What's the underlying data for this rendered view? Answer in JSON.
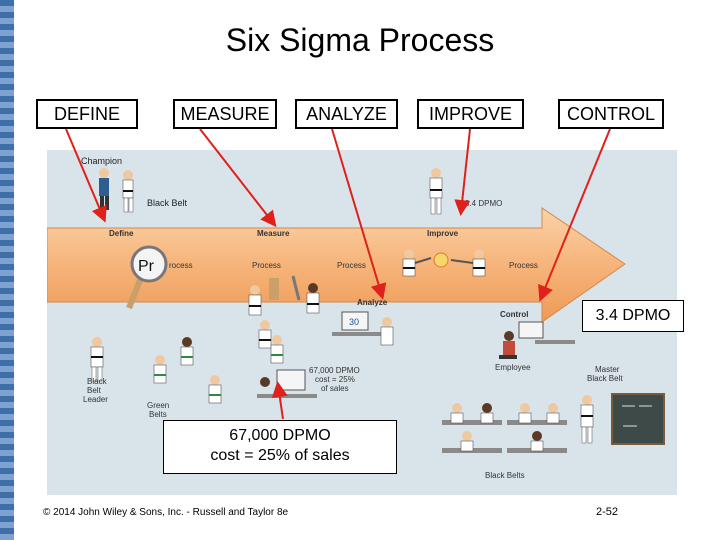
{
  "title": "Six Sigma Process",
  "steps": [
    "DEFINE",
    "MEASURE",
    "ANALYZE",
    "IMPROVE",
    "CONTROL"
  ],
  "figure_labels": {
    "champion": "Champion",
    "black_belt": "Black Belt",
    "define": "Define",
    "measure": "Measure",
    "improve": "Improve",
    "dpmo_improve": "3.4 DPMO",
    "process": "Process",
    "analyze": "Analyze",
    "control": "Control",
    "employee": "Employee",
    "black_belt_leader": [
      "Black",
      "Belt",
      "Leader"
    ],
    "green_belts": [
      "Green",
      "Belts"
    ],
    "dpmo_analyze": [
      "67,000 DPMO",
      "cost = 25%",
      "of sales"
    ],
    "master_black_belt": [
      "Master",
      "Black Belt"
    ],
    "black_belts": "Black Belts",
    "pr_badge": "Pr",
    "rocess": "rocess",
    "screen_value": "30"
  },
  "callouts": {
    "control_dpmo": "3.4 DPMO",
    "analyze_line1": "67,000 DPMO",
    "analyze_line2": "cost = 25% of sales"
  },
  "footer": {
    "copyright": "© 2014 John Wiley & Sons, Inc. - Russell and Taylor 8e",
    "page": "2-52"
  },
  "colors": {
    "arrow": "#f6b47a",
    "panel": "#d9e3ea",
    "pointer": "#e0201b"
  }
}
